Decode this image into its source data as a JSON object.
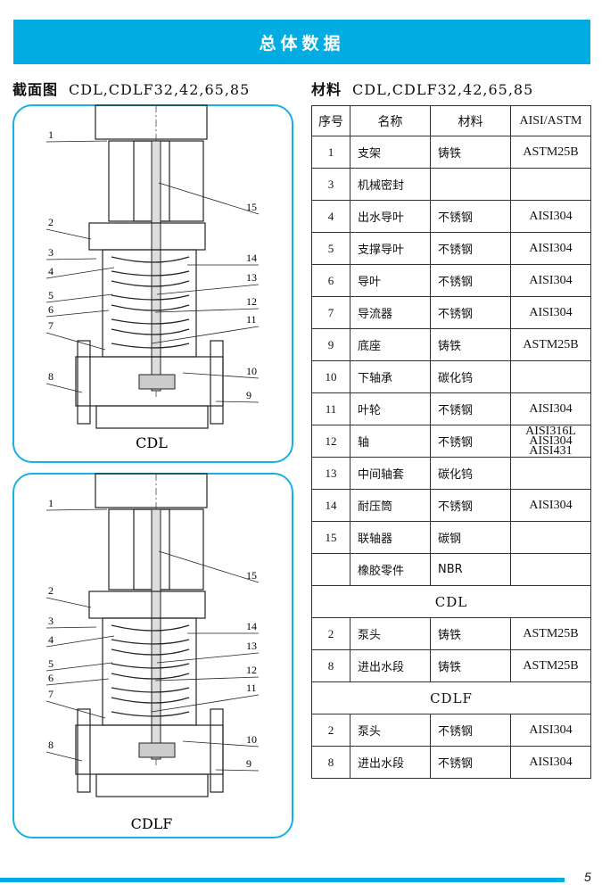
{
  "banner": "总体数据",
  "left_title": {
    "label": "截面图",
    "models": "CDL,CDLF32,42,65,85"
  },
  "right_title": {
    "label": "材料",
    "models": "CDL,CDLF32,42,65,85"
  },
  "diagrams": [
    {
      "caption": "CDL",
      "callouts_left": [
        "1",
        "2",
        "3",
        "4",
        "5",
        "6",
        "7",
        "8"
      ],
      "callouts_right": [
        "15",
        "14",
        "13",
        "12",
        "11",
        "10",
        "9"
      ]
    },
    {
      "caption": "CDLF",
      "callouts_left": [
        "1",
        "2",
        "3",
        "4",
        "5",
        "6",
        "7",
        "8"
      ],
      "callouts_right": [
        "15",
        "14",
        "13",
        "12",
        "11",
        "10",
        "9"
      ]
    }
  ],
  "table": {
    "headers": [
      "序号",
      "名称",
      "材料",
      "AISI/ASTM"
    ],
    "rows": [
      {
        "no": "1",
        "name": "支架",
        "material": "铸铁",
        "std": "ASTM25B"
      },
      {
        "no": "3",
        "name": "机械密封",
        "material": "",
        "std": ""
      },
      {
        "no": "4",
        "name": "出水导叶",
        "material": "不锈钢",
        "std": "AISI304"
      },
      {
        "no": "5",
        "name": "支撑导叶",
        "material": "不锈钢",
        "std": "AISI304"
      },
      {
        "no": "6",
        "name": "导叶",
        "material": "不锈钢",
        "std": "AISI304"
      },
      {
        "no": "7",
        "name": "导流器",
        "material": "不锈钢",
        "std": "AISI304"
      },
      {
        "no": "9",
        "name": "底座",
        "material": "铸铁",
        "std": "ASTM25B"
      },
      {
        "no": "10",
        "name": "下轴承",
        "material": "碳化钨",
        "std": ""
      },
      {
        "no": "11",
        "name": "叶轮",
        "material": "不锈钢",
        "std": "AISI304"
      },
      {
        "no": "12",
        "name": "轴",
        "material": "不锈钢",
        "std": "AISI316L AISI304 AISI431"
      },
      {
        "no": "13",
        "name": "中间轴套",
        "material": "碳化钨",
        "std": ""
      },
      {
        "no": "14",
        "name": "耐压筒",
        "material": "不锈钢",
        "std": "AISI304"
      },
      {
        "no": "15",
        "name": "联轴器",
        "material": "碳钢",
        "std": ""
      },
      {
        "no": "",
        "name": "橡胶零件",
        "material": "NBR",
        "std": ""
      }
    ],
    "groups": [
      {
        "title": "CDL",
        "rows": [
          {
            "no": "2",
            "name": "泵头",
            "material": "铸铁",
            "std": "ASTM25B"
          },
          {
            "no": "8",
            "name": "进出水段",
            "material": "铸铁",
            "std": "ASTM25B"
          }
        ]
      },
      {
        "title": "CDLF",
        "rows": [
          {
            "no": "2",
            "name": "泵头",
            "material": "不锈钢",
            "std": "AISI304"
          },
          {
            "no": "8",
            "name": "进出水段",
            "material": "不锈钢",
            "std": "AISI304"
          }
        ]
      }
    ]
  },
  "page_number": "5"
}
